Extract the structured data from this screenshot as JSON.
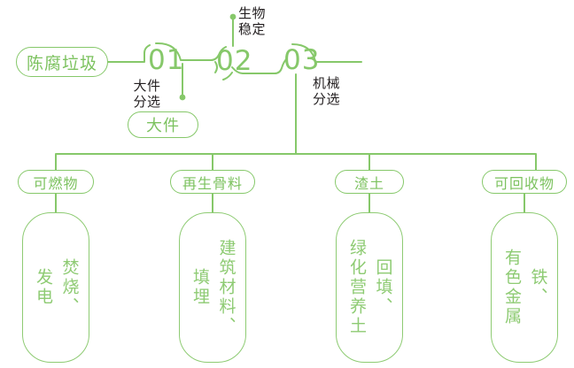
{
  "theme": {
    "line_color": "#86c86a",
    "node_border": "#86c86a",
    "node_text": "#7cc25f",
    "box_border": "#8ecb73",
    "box_text": "#8ecb73",
    "caption_text": "#231f20",
    "background": "#ffffff"
  },
  "source": {
    "label": "陈腐垃圾"
  },
  "stages": [
    {
      "number": "01",
      "caption": "大件\n分选"
    },
    {
      "number": "02",
      "caption": "生物\n稳定"
    },
    {
      "number": "03",
      "caption": "机械\n分选"
    }
  ],
  "byproduct": {
    "label": "大件"
  },
  "outputs": [
    {
      "label": "可燃物",
      "detail_cols": [
        "焚烧、",
        "发电"
      ]
    },
    {
      "label": "再生骨料",
      "detail_cols": [
        "建筑材料、",
        "填埋"
      ]
    },
    {
      "label": "渣土",
      "detail_cols": [
        "回填、",
        "绿化营养土"
      ]
    },
    {
      "label": "可回收物",
      "detail_cols": [
        "铁、",
        "有色金属"
      ]
    }
  ]
}
